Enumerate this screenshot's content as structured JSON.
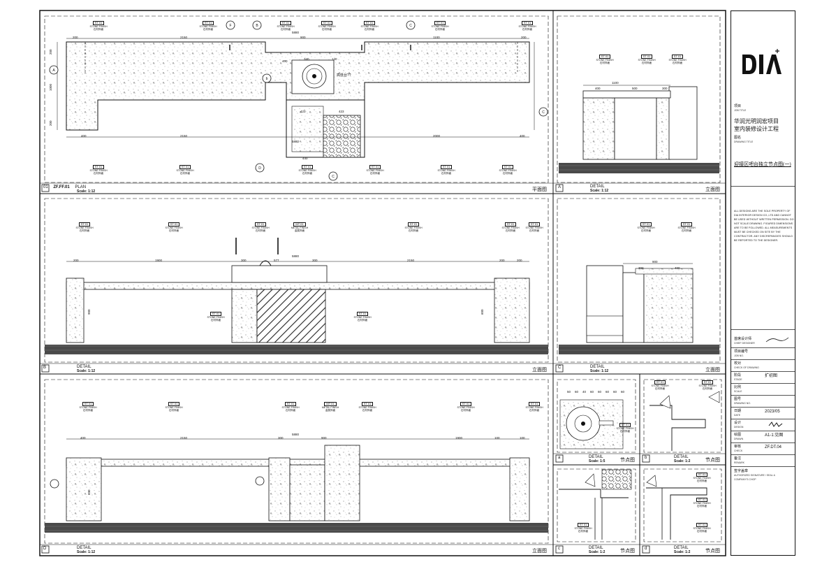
{
  "title_block": {
    "project_label": "项目",
    "project_label_en": "JOB TITLE",
    "project_name_line1": "华润光明润宏项目",
    "project_name_line2": "室内装修设计工程",
    "drawing_label": "图名",
    "drawing_label_en": "DRAWING TITLE",
    "drawing_title": "迎接区吧台独立节点图(一)",
    "disclaimer": "ALL DESIGNS ARE THE SOLE PROPERTY OF DIA INTERIOR DESIGN CO.,LTD AND CANNOT BE USED WITHOUT WRITTEN PERMISSION. DO NOT SCALE DRAWING. FIGURED DIMENSIONS ARE TO BE FOLLOWED. ALL MEASUREMENTS MUST BE CHECKED ON SITE BY THE CONTRACTOR. ANY DISCREPANCIES SHOULD BE REPORTED TO THE DESIGNER.",
    "chief_designer_label": "首席设计师",
    "chief_designer_en": "CHIEF DESIGNER",
    "job_no_label": "项目编号",
    "job_no_en": "JOB NO.",
    "check_label": "校对",
    "check_en": "CHECK OF DRAWING",
    "stage_label": "阶段",
    "stage_en": "STAGE",
    "stage_value": "扩初图",
    "scale_label": "比例",
    "scale_en": "SCALE",
    "dwg_no_label": "图号",
    "dwg_no_en": "DRAWING NO.",
    "date_label": "日期",
    "date_en": "DATE",
    "date_value": "2023/05",
    "design_label": "设计",
    "design_en": "DESIGN",
    "drawn_label": "绘图",
    "drawn_en": "DRAWN",
    "drawn_value": "A1-1:见图",
    "checked_label": "审核",
    "checked_en": "CHECK",
    "checked_value": "ZF.DT.04",
    "revision_label": "备注",
    "revision_en": "REMARK",
    "seal_label": "签字盖章",
    "seal_en": "AUTHORIZED SIGNATURE / SEAL & COMPANY'S CHOP",
    "logo_text": "DIA"
  },
  "panels": {
    "plan": {
      "id": "01",
      "code": "ZF.FF.01",
      "name": "PLAN",
      "scale": "Scale: 1:12",
      "tag": "平面图"
    },
    "detail_A": {
      "id": "A",
      "name": "DETAIL",
      "scale": "Scale: 1:12",
      "tag": "立面图"
    },
    "detail_B": {
      "id": "B",
      "name": "DETAIL",
      "scale": "Scale: 1:12",
      "tag": "立面图"
    },
    "detail_C": {
      "id": "C",
      "name": "DETAIL",
      "scale": "Scale: 1:12",
      "tag": "立面图"
    },
    "detail_D": {
      "id": "D",
      "name": "DETAIL",
      "scale": "Scale: 1:12",
      "tag": "立面图"
    },
    "detail_a": {
      "id": "a",
      "name": "DETAIL",
      "scale": "Scale: 1:5",
      "tag": "节点图"
    },
    "detail_b": {
      "id": "b",
      "name": "DETAIL",
      "scale": "Scale: 1:2",
      "tag": "节点图"
    },
    "detail_c": {
      "id": "c",
      "name": "DETAIL",
      "scale": "Scale: 1:2",
      "tag": "节点图"
    },
    "detail_d": {
      "id": "d",
      "name": "DETAIL",
      "scale": "Scale: 1:2",
      "tag": "节点图"
    }
  },
  "material_tag": {
    "code": "ST 01",
    "en": "STONE FINISH",
    "cn": "石材饰面"
  },
  "metal_tag": {
    "code": "MT 01",
    "en": "METAL FINISH",
    "cn": "金属饰面"
  },
  "plan_dims": {
    "top": [
      "200",
      "2150",
      "5880",
      "900",
      "1100",
      "200"
    ],
    "bottom": [
      "400",
      "2150",
      "5880",
      "2000",
      "400"
    ],
    "left": [
      "200",
      "1000",
      "200"
    ],
    "inner": [
      "400",
      "340",
      "140",
      "440",
      "423",
      "423"
    ],
    "note": "高低台??"
  },
  "elev_B_dims": [
    "200",
    "1900",
    "5880",
    "300",
    "577",
    "300",
    "2150",
    "200",
    "200"
  ],
  "elev_D_dims": [
    "400",
    "2150",
    "5880",
    "300",
    "900",
    "1900",
    "100",
    "100"
  ],
  "elev_heights": [
    "900",
    "600",
    "600"
  ],
  "detail_A_dims": [
    "1100",
    "400",
    "500",
    "300"
  ],
  "detail_C_dims": [
    "900",
    "300",
    "400"
  ],
  "detail_a_dims": [
    "50",
    "60",
    "40",
    "60",
    "60",
    "60",
    "60",
    "60"
  ]
}
